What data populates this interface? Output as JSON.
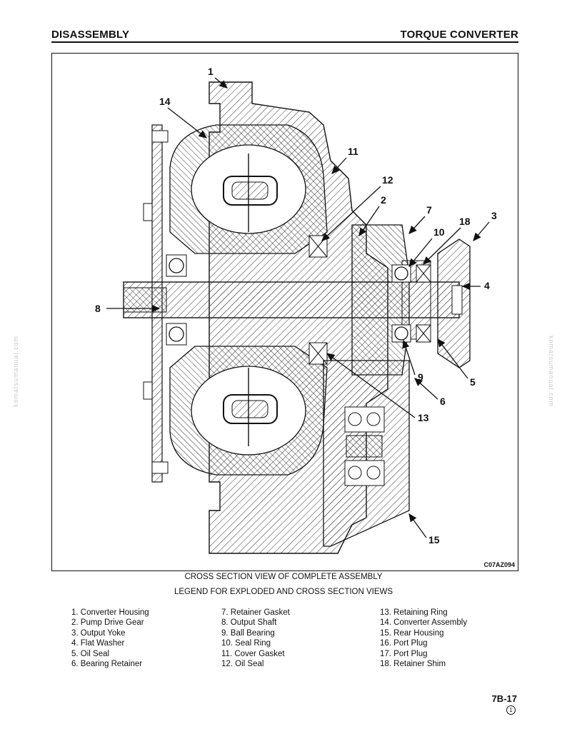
{
  "header": {
    "left": "DISASSEMBLY",
    "right": "TORQUE CONVERTER"
  },
  "figure": {
    "code": "C07AZ094",
    "callouts": [
      "1",
      "2",
      "3",
      "4",
      "5",
      "6",
      "7",
      "8",
      "9",
      "10",
      "11",
      "12",
      "13",
      "14",
      "15",
      "18"
    ]
  },
  "captions": {
    "view_title": "CROSS SECTION VIEW OF COMPLETE ASSEMBLY",
    "legend_title": "LEGEND FOR EXPLODED AND CROSS SECTION VIEWS"
  },
  "legend": {
    "col1": [
      "1. Converter Housing",
      "2. Pump Drive Gear",
      "3. Output Yoke",
      "4. Flat Washer",
      "5. Oil Seal",
      "6. Bearing Retainer"
    ],
    "col2": [
      "7. Retainer Gasket",
      "8. Output Shaft",
      "9. Ball Bearing",
      "10. Seal Ring",
      "11. Cover Gasket",
      "12. Oil Seal"
    ],
    "col3": [
      "13. Retaining Ring",
      "14. Converter Assembly",
      "15. Rear Housing",
      "16. Port Plug",
      "17. Port Plug",
      "18. Retainer Shim"
    ]
  },
  "footer": {
    "page_number": "7B-17",
    "revision": "1"
  },
  "watermark": "komatsumanual.com"
}
